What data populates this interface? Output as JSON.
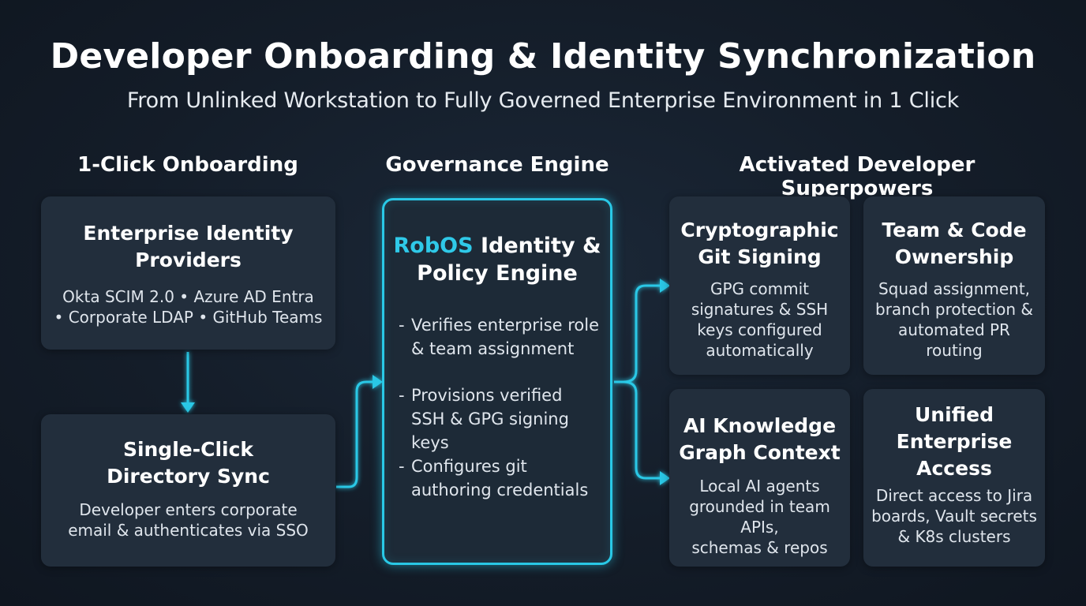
{
  "title": "Developer Onboarding & Identity Synchronization",
  "subtitle": "From Unlinked Workstation to Fully Governed Enterprise Environment in 1 Click",
  "columns": {
    "onboarding": "1-Click Onboarding",
    "governance": "Governance Engine",
    "superpowers": "Activated Developer Superpowers"
  },
  "onboarding": {
    "idp": {
      "title_line1": "Enterprise Identity",
      "title_line2": "Providers",
      "body_line1": "Okta SCIM 2.0 • Azure AD Entra",
      "body_line2": "• Corporate LDAP • GitHub Teams"
    },
    "sync": {
      "title_line1": "Single-Click",
      "title_line2": "Directory Sync",
      "body_line1": "Developer enters corporate",
      "body_line2": "email & authenticates via SSO"
    }
  },
  "engine": {
    "brand": "RobOS",
    "title_rest": " Identity &",
    "title_line2": "Policy Engine",
    "items": [
      {
        "dash": "-",
        "line1": "Verifies enterprise role",
        "line2": "& team assignment"
      },
      {
        "dash": "-",
        "line1": "Provisions verified",
        "line2": "SSH & GPG signing keys"
      },
      {
        "dash": "-",
        "line1": "Configures git",
        "line2": "authoring credentials"
      }
    ]
  },
  "superpowers": {
    "git": {
      "title_line1": "Cryptographic",
      "title_line2": "Git Signing",
      "body": [
        "GPG commit",
        "signatures & SSH",
        "keys configured",
        "automatically"
      ]
    },
    "team": {
      "title_line1": "Team & Code",
      "title_line2": "Ownership",
      "body": [
        "Squad assignment,",
        "branch protection &",
        "automated PR",
        "routing"
      ]
    },
    "ai": {
      "title_line1": "AI Knowledge",
      "title_line2": "Graph Context",
      "body": [
        "Local AI agents",
        "grounded in team APIs,",
        "schemas & repos"
      ]
    },
    "access": {
      "title_line1": "Unified",
      "title_line2": "Enterprise",
      "title_line3": "Access",
      "body": [
        "Direct access to Jira",
        "boards, Vault secrets",
        "& K8s clusters"
      ]
    }
  },
  "colors": {
    "accent": "#29c8e6",
    "card": "#222e3c",
    "background": "#141d29"
  }
}
